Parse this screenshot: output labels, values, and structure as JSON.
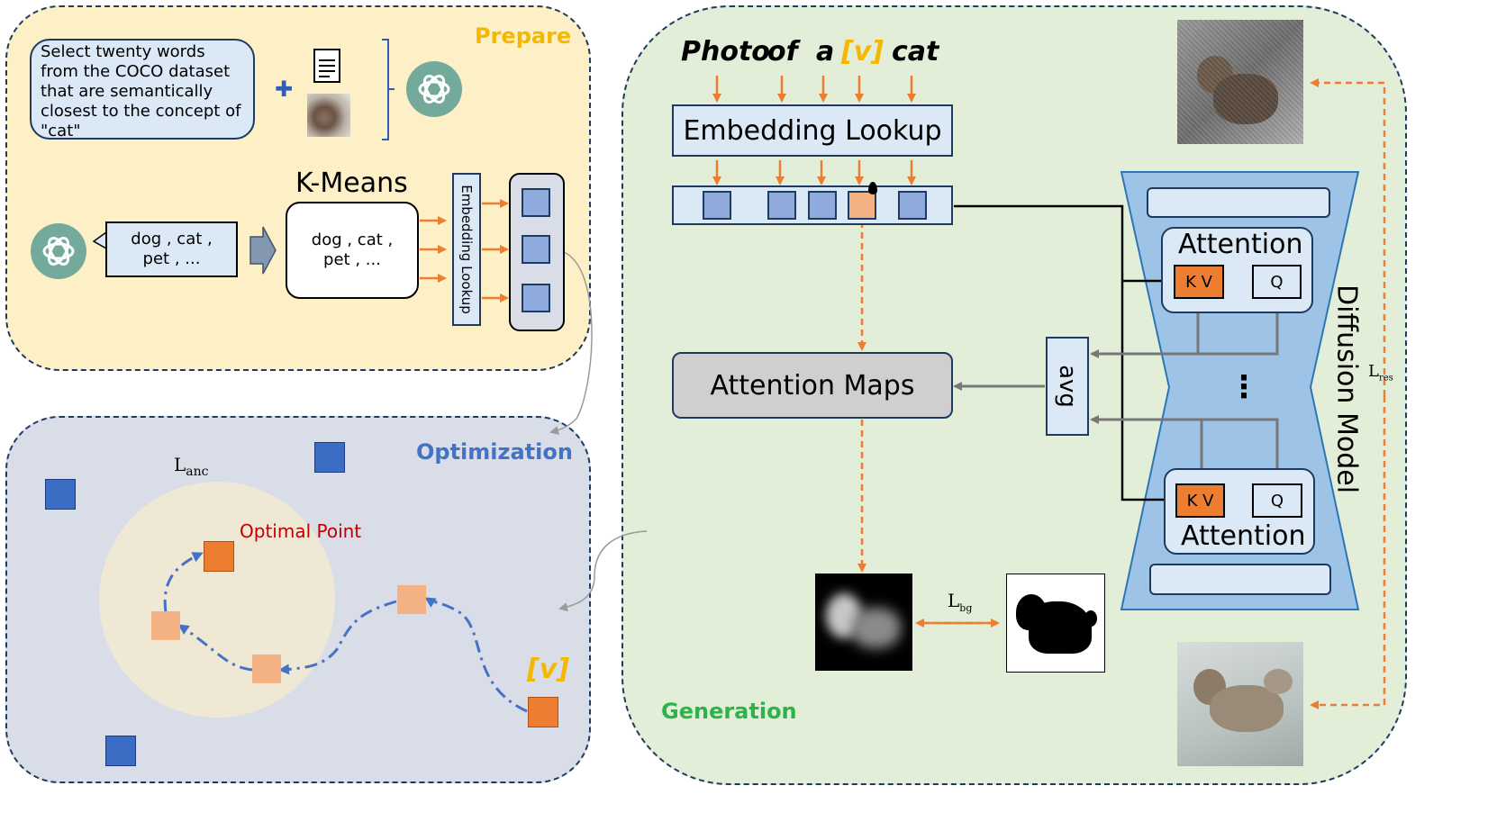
{
  "prepare": {
    "title": "Prepare",
    "prompt_lines": [
      "Select twenty words",
      "from the COCO dataset",
      "that are semantically",
      "closest to the concept of",
      "\"cat\""
    ],
    "plus": "✚",
    "kmeans_title": "K-Means",
    "gpt_output": "dog , cat ,\npet , ...",
    "kmeans_content": "dog , cat ,\npet , ...",
    "embedding_lookup": "Embedding Lookup"
  },
  "optimization": {
    "title": "Optimization",
    "loss_anchor": {
      "base": "L",
      "sub": "anc"
    },
    "optimal_point": "Optimal Point",
    "token": "[v]"
  },
  "generation": {
    "title": "Generation",
    "prompt_words": [
      "Photo",
      "of",
      "a",
      "[v]",
      "cat"
    ],
    "embedding_lookup": "Embedding Lookup",
    "attention_maps": "Attention Maps",
    "avg": "avg",
    "attention_top": "Attention",
    "attention_bottom": "Attention",
    "kv": "K V",
    "q": "Q",
    "dots": "⋮",
    "diffusion_model": "Diffusion Model",
    "loss_res": {
      "base": "L",
      "sub": "res"
    },
    "loss_bg": {
      "base": "L",
      "sub": "bg"
    }
  },
  "colors": {
    "prepare_bg": "#fdefc6",
    "optimization_bg": "#d9dde8",
    "generation_bg": "#e3eed8",
    "orange": "#ed7d31",
    "token_blue": "#8faadc",
    "blue_square": "#3c6dc5",
    "gpt_green": "#74aa9c",
    "diffusion_blue": "#9dc3e6",
    "title_gold": "#f5b800",
    "title_blue": "#4472c4",
    "title_green": "#2eb34a",
    "red": "#c00000"
  }
}
